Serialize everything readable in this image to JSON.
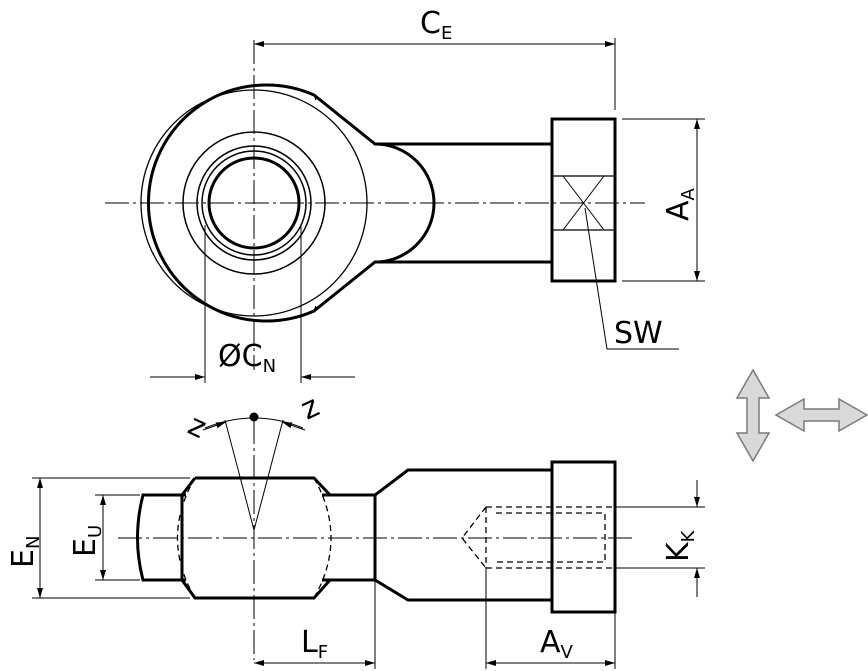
{
  "labels": {
    "ce": {
      "main": "C",
      "sub": "E"
    },
    "aa": {
      "main": "A",
      "sub": "A"
    },
    "sw": "SW",
    "cn": {
      "main": "ØC",
      "sub": "N"
    },
    "en": {
      "main": "E",
      "sub": "N"
    },
    "eu": {
      "main": "E",
      "sub": "U"
    },
    "lf": {
      "main": "L",
      "sub": "F"
    },
    "av": {
      "main": "A",
      "sub": "V"
    },
    "kk": {
      "main": "K",
      "sub": "K"
    },
    "z_left": "z",
    "z_right": "z"
  },
  "colors": {
    "line": "#000000",
    "arrow_fill": "#d9d9d9",
    "arrow_stroke": "#7a7a7a"
  },
  "icons": [
    "vertical-double-arrow-icon",
    "horizontal-double-arrow-icon"
  ]
}
